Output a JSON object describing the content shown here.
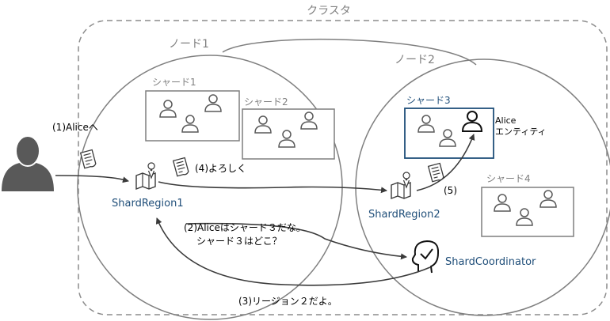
{
  "cluster": {
    "label": "クラスタ"
  },
  "nodes": [
    {
      "label": "ノード1"
    },
    {
      "label": "ノード2"
    }
  ],
  "shards": [
    {
      "label": "シャード1"
    },
    {
      "label": "シャード2"
    },
    {
      "label": "シャード3"
    },
    {
      "label": "シャード4"
    }
  ],
  "regions": [
    {
      "label": "ShardRegion1"
    },
    {
      "label": "ShardRegion2"
    }
  ],
  "coordinator": {
    "label": "ShardCoordinator"
  },
  "entity": {
    "line1": "Alice",
    "line2": "エンティティ"
  },
  "steps": {
    "s1": "(1)Aliceへ",
    "s4": "(4)よろしく",
    "s2_line1": "(2)Aliceはシャード３だな。",
    "s2_line2": "シャード３はどこ？",
    "s3": "(3)リージョン２だよ。",
    "s5": "(5)"
  },
  "colors": {
    "accent": "#1f4e79",
    "outline": "#7f7f7f",
    "text": "#000000",
    "label_gray": "#808080",
    "user": "#595959"
  },
  "icons": {
    "user": "person-silhouette-icon",
    "region": "map-icon",
    "message": "document-icon",
    "coordinator": "head-check-icon",
    "entity": "person-outline-icon"
  }
}
